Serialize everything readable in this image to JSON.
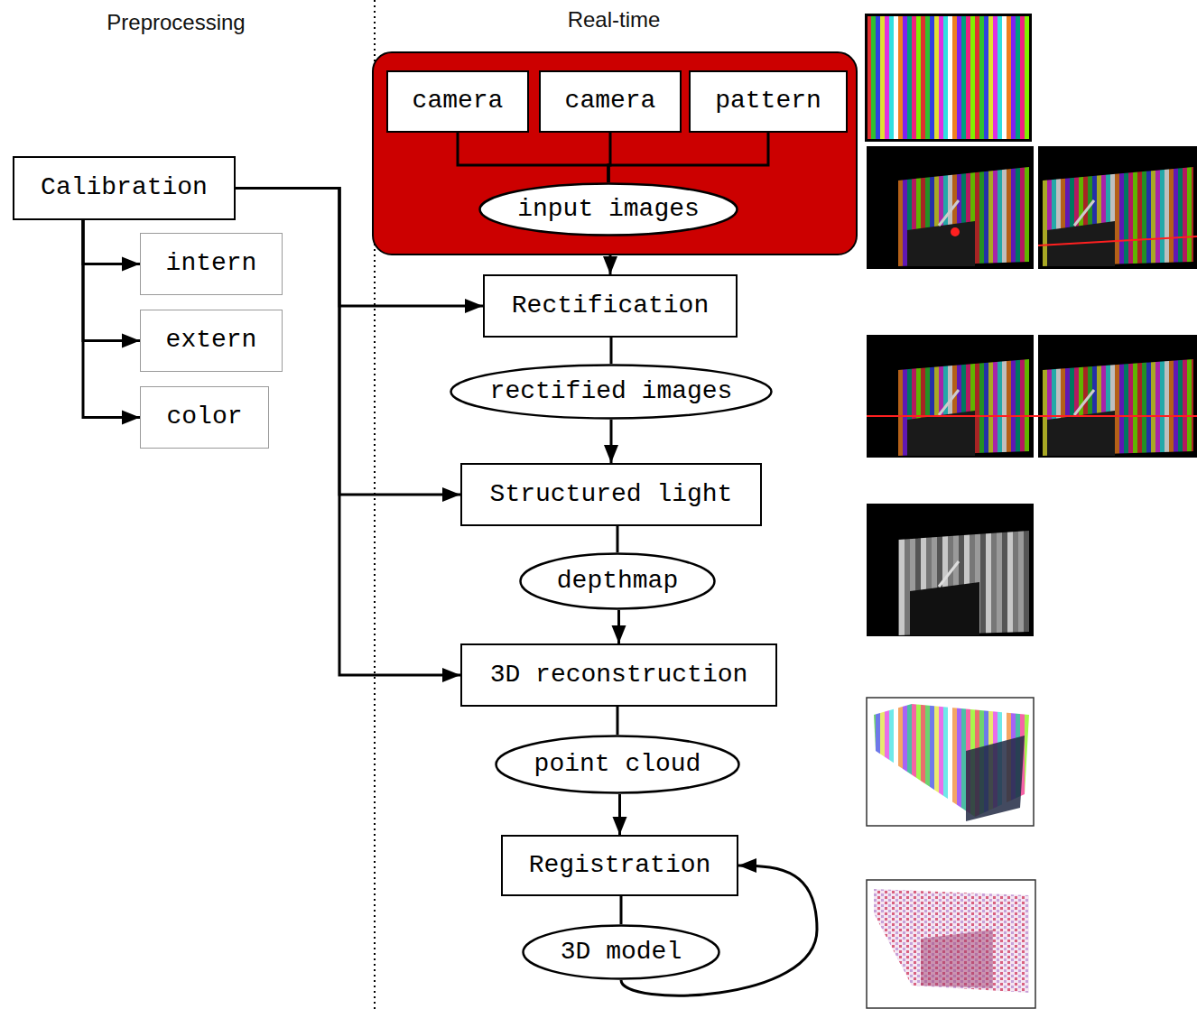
{
  "diagram": {
    "nodes": [
      {
        "text": []
      },
      {
        "text": [
          "camera"
        ],
        "in": 0
      },
      {
        "text": [
          "camera"
        ],
        "in": 0
      },
      {
        "text": [
          "pattern"
        ],
        "in": 0
      },
      {
        "text": [
          "input images"
        ],
        "in": 0
      },
      {
        "text": [
          "Calibration"
        ]
      },
      {
        "text": [
          "intern"
        ]
      },
      {
        "text": [
          "extern"
        ]
      },
      {
        "text": [
          "color"
        ]
      },
      {
        "text": [
          "Rectification"
        ]
      },
      {
        "text": [
          "rectified images"
        ]
      },
      {
        "text": [
          "Structured light"
        ]
      },
      {
        "text": [
          "depthmap"
        ]
      },
      {
        "text": [
          "3D reconstruction"
        ]
      },
      {
        "text": [
          "point cloud"
        ]
      },
      {
        "text": [
          "Registration"
        ]
      },
      {
        "text": [
          "3D model"
        ]
      }
    ],
    "edges": [
      {
        "from": 1,
        "to": 4,
        "arrow": "none"
      },
      {
        "from": 2,
        "to": 4,
        "arrow": "none"
      },
      {
        "from": 3,
        "to": 4,
        "arrow": "none"
      },
      {
        "from": 5,
        "to": 6,
        "arrow": "to"
      },
      {
        "from": 5,
        "to": 7,
        "arrow": "to"
      },
      {
        "from": 5,
        "to": 8,
        "arrow": "to"
      },
      {
        "from": 4,
        "to": 9,
        "arrow": "to"
      },
      {
        "from": 5,
        "to": 9,
        "arrow": "to"
      },
      {
        "from": 9,
        "to": 10,
        "arrow": "none"
      },
      {
        "from": 10,
        "to": 11,
        "arrow": "to"
      },
      {
        "from": 5,
        "to": 11,
        "arrow": "to"
      },
      {
        "from": 11,
        "to": 12,
        "arrow": "none"
      },
      {
        "from": 12,
        "to": 13,
        "arrow": "to"
      },
      {
        "from": 5,
        "to": 13,
        "arrow": "to"
      },
      {
        "from": 13,
        "to": 14,
        "arrow": "none"
      },
      {
        "from": 14,
        "to": 15,
        "arrow": "to"
      },
      {
        "from": 15,
        "to": 16,
        "arrow": "none"
      },
      {
        "from": 16,
        "to": 15,
        "arrow": "to"
      }
    ],
    "labels": [
      "Preprocessing",
      "Real-time"
    ]
  }
}
